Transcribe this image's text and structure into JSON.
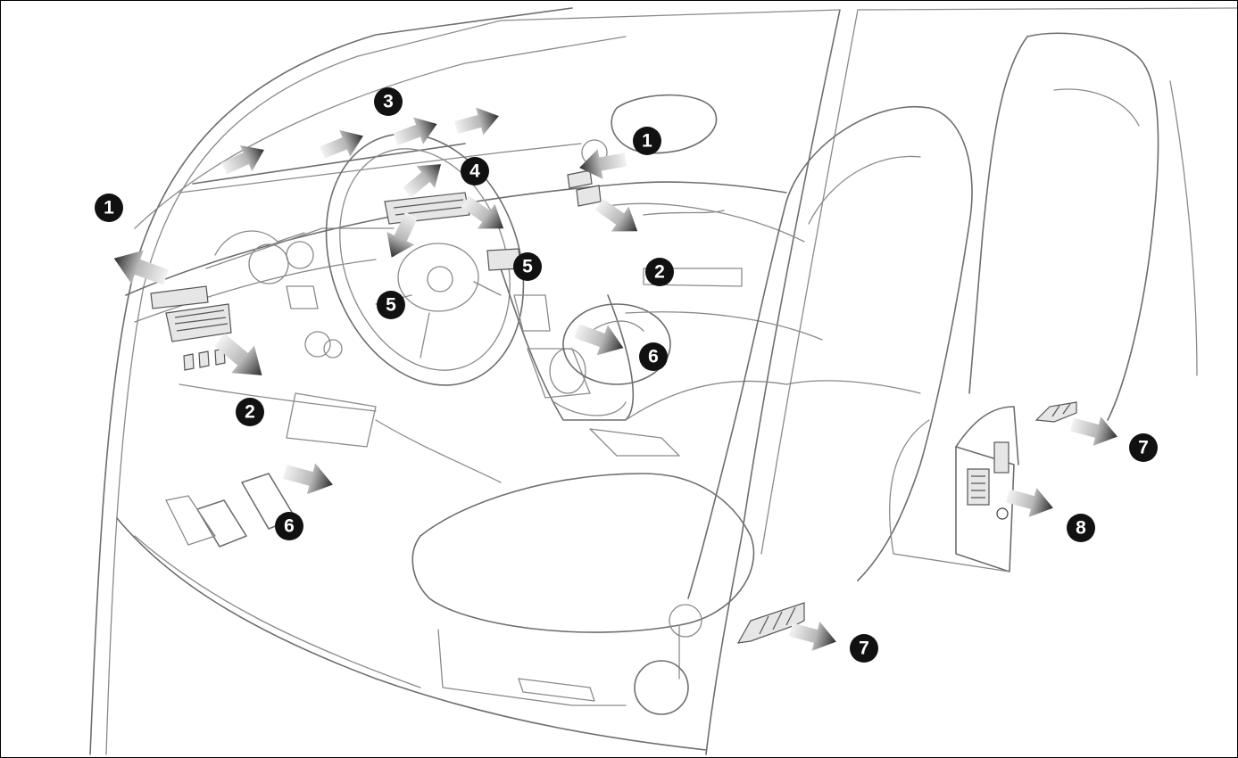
{
  "diagram": {
    "markers": [
      {
        "id": "m1a",
        "label": "1"
      },
      {
        "id": "m1b",
        "label": "1"
      },
      {
        "id": "m2a",
        "label": "2"
      },
      {
        "id": "m2b",
        "label": "2"
      },
      {
        "id": "m3",
        "label": "3"
      },
      {
        "id": "m4",
        "label": "4"
      },
      {
        "id": "m5a",
        "label": "5"
      },
      {
        "id": "m5b",
        "label": "5"
      },
      {
        "id": "m6a",
        "label": "6"
      },
      {
        "id": "m6b",
        "label": "6"
      },
      {
        "id": "m7a",
        "label": "7"
      },
      {
        "id": "m7b",
        "label": "7"
      },
      {
        "id": "m8",
        "label": "8"
      }
    ],
    "colors": {
      "marker_fill": "#111111",
      "line": "#8a8a8a",
      "arrow_light": "#e4e4e4",
      "arrow_dark": "#333333"
    }
  }
}
